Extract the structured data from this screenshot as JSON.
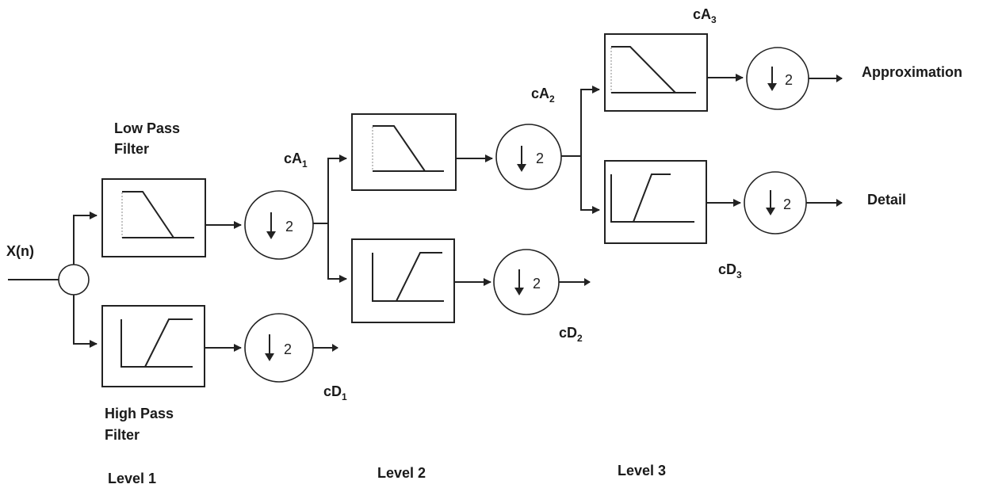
{
  "diagram": {
    "title": "Three-level wavelet decomposition filter bank",
    "input_label": "X(n)",
    "low_pass_label": [
      "Low Pass",
      "Filter"
    ],
    "high_pass_label": [
      "High Pass",
      "Filter"
    ],
    "downsample_factor": "2",
    "coefficients": {
      "cA1": {
        "base": "cA",
        "sub": "1"
      },
      "cA2": {
        "base": "cA",
        "sub": "2"
      },
      "cA3": {
        "base": "cA",
        "sub": "3"
      },
      "cD1": {
        "base": "cD",
        "sub": "1"
      },
      "cD2": {
        "base": "cD",
        "sub": "2"
      },
      "cD3": {
        "base": "cD",
        "sub": "3"
      }
    },
    "outputs": {
      "approximation": "Approximation",
      "detail": "Detail"
    },
    "levels": [
      "Level 1",
      "Level 2",
      "Level 3"
    ]
  }
}
